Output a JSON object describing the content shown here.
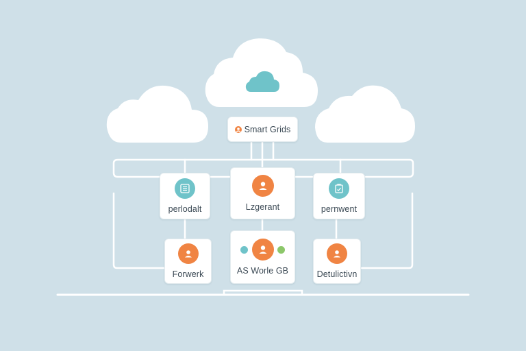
{
  "diagram": {
    "top_node": {
      "label": "Smart Grids",
      "icon": "user-badge-icon"
    },
    "nodes": [
      {
        "id": "tl",
        "label": "perlodalt",
        "icon": "document-list-icon",
        "icon_color": "#6fc3c9"
      },
      {
        "id": "tc",
        "label": "Lzgerant",
        "icon": "user-icon",
        "icon_color": "#f08443"
      },
      {
        "id": "tr",
        "label": "pernwent",
        "icon": "clipboard-icon",
        "icon_color": "#6fc3c9"
      },
      {
        "id": "bl",
        "label": "Forwerk",
        "icon": "user-icon",
        "icon_color": "#f08443"
      },
      {
        "id": "bc",
        "label": "AS Worle GB",
        "icon": "user-icon",
        "icon_color": "#f08443"
      },
      {
        "id": "br",
        "label": "Detulictivn",
        "icon": "user-icon",
        "icon_color": "#f08443"
      }
    ]
  },
  "colors": {
    "background": "#cfe0e8",
    "teal": "#6fc3c9",
    "orange": "#f08443",
    "green": "#8cc76a",
    "cloud": "#ffffff",
    "line": "#ffffff"
  }
}
